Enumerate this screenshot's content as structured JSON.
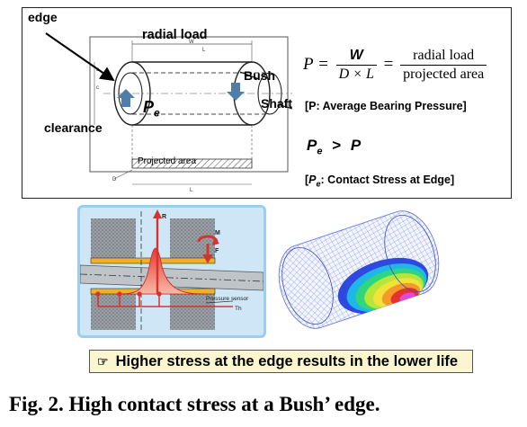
{
  "top_panel": {
    "labels": {
      "edge": "edge",
      "radial_load": "radial load",
      "bush": "Bush",
      "shaft": "Shaft",
      "clearance": "clearance",
      "pe_symbol": "P",
      "pe_subscript": "e",
      "projected_area": "Projected area",
      "dim_w": "W",
      "dim_l": "L",
      "dim_c": "c",
      "dim_d": "D"
    },
    "formula": {
      "lhs": "P =",
      "frac1_num": "W",
      "frac1_den": "D × L",
      "eq": "=",
      "frac2_num": "radial load",
      "frac2_den": "projected area"
    },
    "note_p": "[P: Average Bearing Pressure]",
    "inequality": {
      "lhs": "P",
      "lhs_sub": "e",
      "op": ">",
      "rhs": "P"
    },
    "note_pe_prefix": "[",
    "note_pe_symbol": "P",
    "note_pe_sub": "e",
    "note_pe_text": ": Contact Stress at Edge]"
  },
  "bottom_left": {
    "label_r": "R",
    "label_m": "M",
    "label_f": "F",
    "label_sensor": "Pressure sensor",
    "label_th": "Th"
  },
  "banner": {
    "icon": "pointing-hand-icon",
    "text": "Higher stress at the edge results in the lower life"
  },
  "caption": "Fig. 2. High contact stress at a Bush’ edge.",
  "colors": {
    "arrow_blue": "#4f7fa8",
    "stress_red": "#d8322e",
    "panel_blue": "#cfe6f7",
    "banner_yellow": "#fbf6cf",
    "mesh_blue": "#5a6fd6"
  }
}
